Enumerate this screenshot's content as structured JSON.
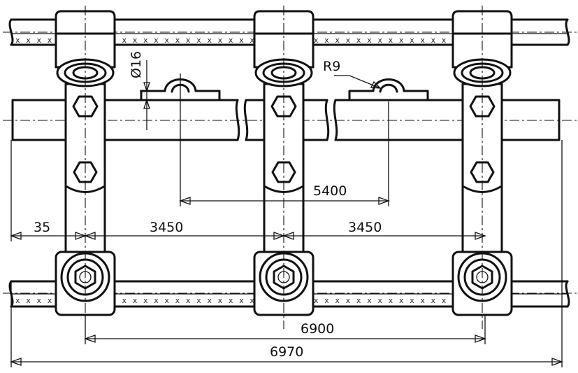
{
  "dimensions": {
    "d1": "35",
    "d2": "3450",
    "d3": "3450",
    "d4": "5400",
    "d5": "6900",
    "d6": "6970",
    "diameter": "Ø16",
    "radius": "R9"
  },
  "hatch_marks": {
    "pattern": "x x x x x x x x x x x x x x x x x x x x x x x x x x x x x x x x x x x x x x x x x x x x x"
  }
}
